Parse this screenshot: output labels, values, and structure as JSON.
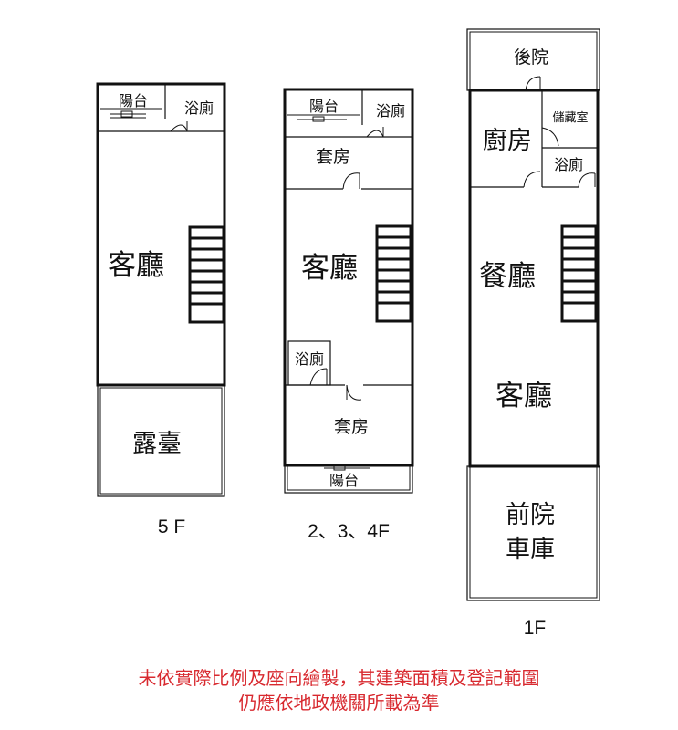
{
  "floor5": {
    "label": "5 F",
    "rooms": {
      "balcony": "陽台",
      "bathroom": "浴廁",
      "living": "客廳",
      "terrace": "露臺"
    }
  },
  "floor2to4": {
    "label": "2、3、4F",
    "rooms": {
      "balcony_top": "陽台",
      "bathroom_top": "浴廁",
      "suite_top": "套房",
      "living": "客廳",
      "bathroom_mid": "浴廁",
      "suite_bottom": "套房",
      "balcony_bottom": "陽台"
    }
  },
  "floor1": {
    "label": "1F",
    "rooms": {
      "backyard": "後院",
      "kitchen": "廚房",
      "storage": "儲藏室",
      "bathroom": "浴廁",
      "dining": "餐廳",
      "living": "客廳",
      "front_yard": "前院",
      "garage": "車庫"
    }
  },
  "disclaimer": {
    "line1": "未依實際比例及座向繪製，其建築面積及登記範圍",
    "line2": "仍應依地政機關所載為準"
  }
}
